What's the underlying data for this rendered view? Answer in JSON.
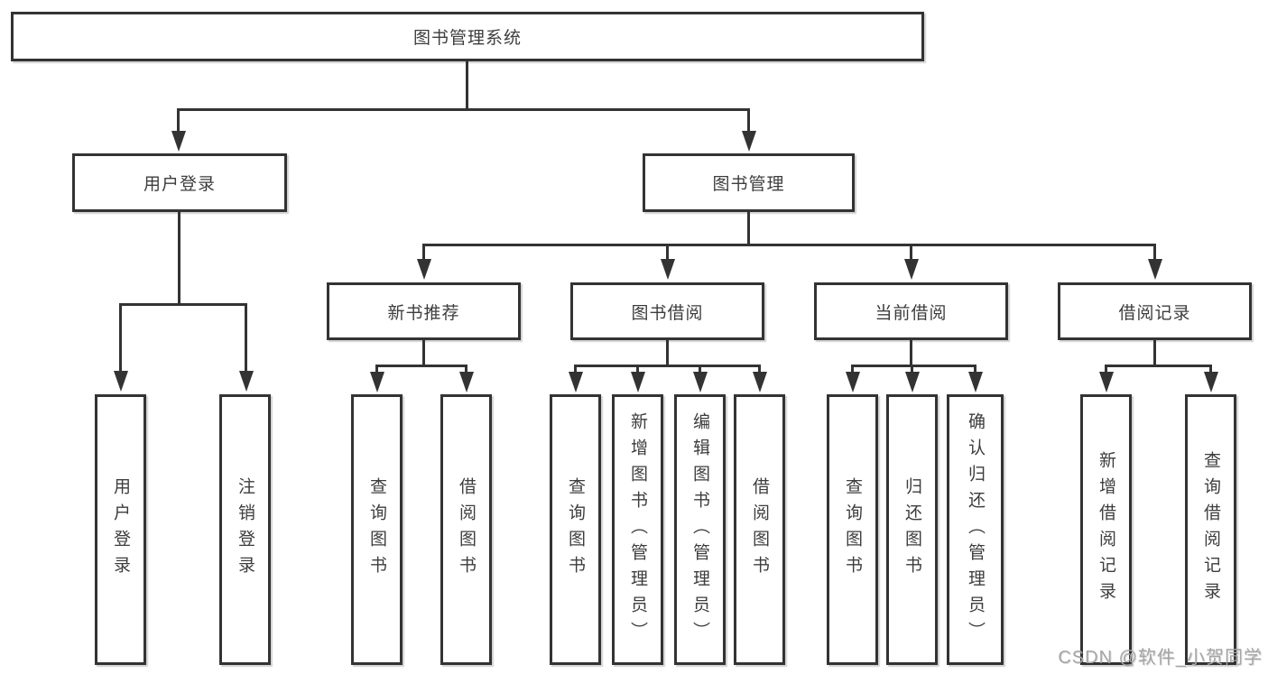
{
  "title": "图书管理系统",
  "watermark": "CSDN @软件_小贺同学",
  "colors": {
    "line": "#333333",
    "text": "#3d3d3d",
    "watermark": "#a6a6a6",
    "background": "#ffffff"
  },
  "nodes": {
    "root": {
      "label": "图书管理系统"
    },
    "level2": [
      {
        "label": "用户登录"
      },
      {
        "label": "图书管理"
      }
    ],
    "level3": [
      {
        "label": "新书推荐",
        "parent": "图书管理"
      },
      {
        "label": "图书借阅",
        "parent": "图书管理"
      },
      {
        "label": "当前借阅",
        "parent": "图书管理"
      },
      {
        "label": "借阅记录",
        "parent": "图书管理"
      }
    ],
    "leaves": [
      {
        "label": "用户登录",
        "parent": "用户登录"
      },
      {
        "label": "注销登录",
        "parent": "用户登录"
      },
      {
        "label": "查询图书",
        "parent": "新书推荐"
      },
      {
        "label": "借阅图书",
        "parent": "新书推荐"
      },
      {
        "label": "查询图书",
        "parent": "图书借阅"
      },
      {
        "label": "新增图书（管理员）",
        "parent": "图书借阅"
      },
      {
        "label": "编辑图书（管理员）",
        "parent": "图书借阅"
      },
      {
        "label": "借阅图书",
        "parent": "图书借阅"
      },
      {
        "label": "查询图书",
        "parent": "当前借阅"
      },
      {
        "label": "归还图书",
        "parent": "当前借阅"
      },
      {
        "label": "确认归还（管理员）",
        "parent": "当前借阅"
      },
      {
        "label": "新增借阅记录",
        "parent": "借阅记录"
      },
      {
        "label": "查询借阅记录",
        "parent": "借阅记录"
      }
    ]
  }
}
